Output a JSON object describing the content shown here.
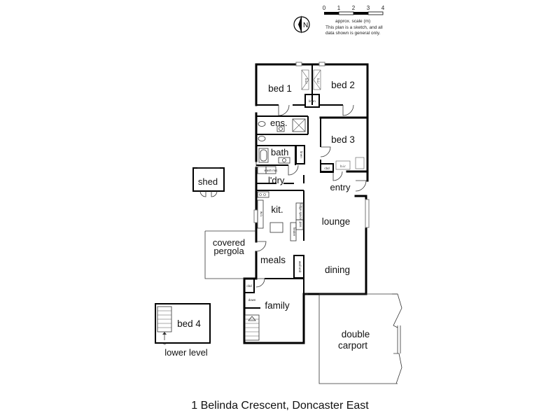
{
  "scale": {
    "ticks": [
      "0",
      "1",
      "2",
      "3",
      "4"
    ],
    "label": "approx. scale (m)",
    "note_line1": "This plan is a sketch, and all",
    "note_line2": "data shown is general only."
  },
  "compass": {
    "letter": "N",
    "icon": "north-arrow-icon"
  },
  "rooms": {
    "bed1": "bed 1",
    "bed2": "bed 2",
    "bed3": "bed 3",
    "ens": "ens.",
    "bath": "bath",
    "laundry": "l'dry",
    "kitchen": "kit.",
    "lounge": "lounge",
    "dining": "dining",
    "meals": "meals",
    "family": "family",
    "entry": "entry",
    "shed": "shed",
    "pergola_line1": "covered",
    "pergola_line2": "pergola",
    "carport_line1": "double",
    "carport_line2": "carport",
    "bed4": "bed 4",
    "lower_level": "lower level"
  },
  "labels": {
    "linen": "linen",
    "linen2": "linen",
    "cbd1": "cbd",
    "cbd2": "cbd",
    "down": "down",
    "up": "up",
    "wall_unit": "wall unit",
    "wash_mc": "wash m/c",
    "fridge_space": "fridge space",
    "pantry": "pan.",
    "wall_oven": "w.o.",
    "heater": "heater",
    "bir": "b.i.r"
  },
  "address": "1 Belinda Crescent, Doncaster East"
}
